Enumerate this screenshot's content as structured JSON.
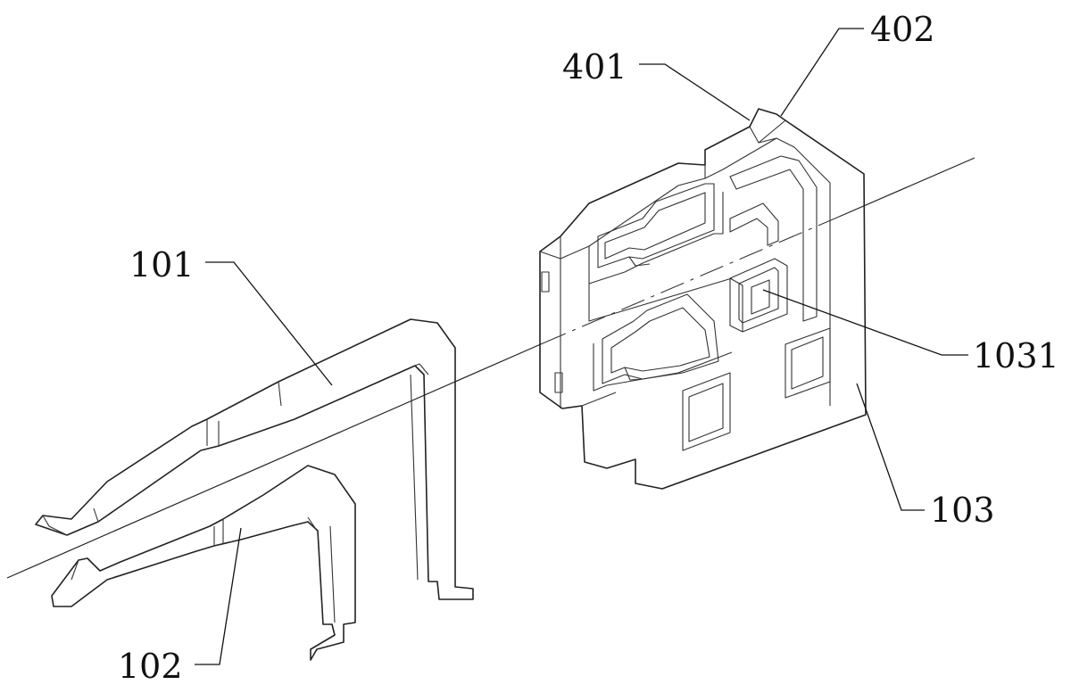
{
  "labels": {
    "l101": "101",
    "l102": "102",
    "l103": "103",
    "l1031": "1031",
    "l401": "401",
    "l402": "402"
  }
}
